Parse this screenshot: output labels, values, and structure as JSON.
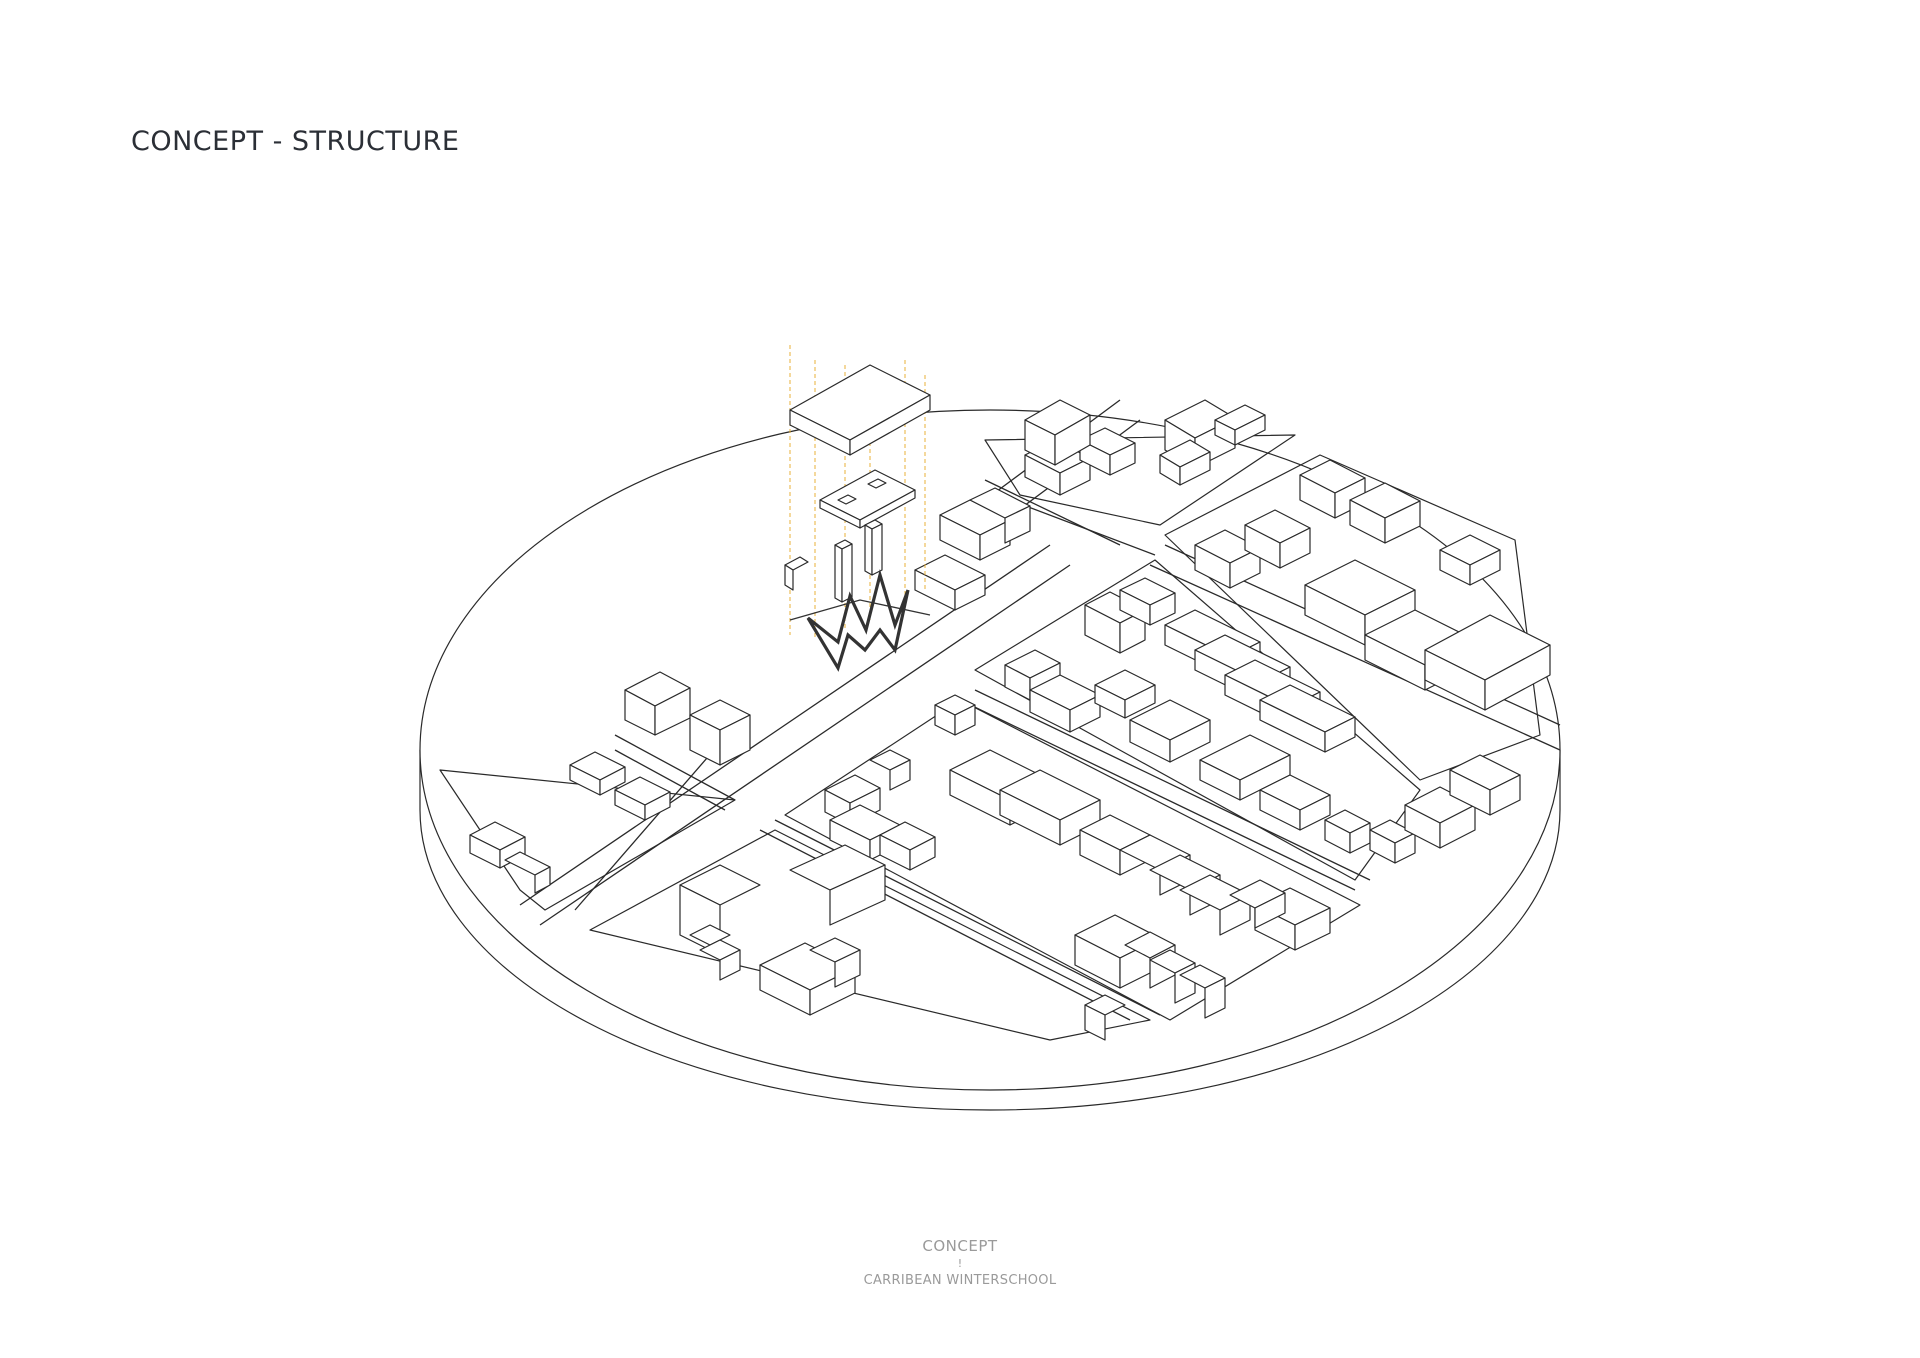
{
  "header": {
    "title": "CONCEPT - STRUCTURE"
  },
  "footer": {
    "line1": "CONCEPT",
    "line2": "!",
    "line3": "CARRIBEAN WINTERSCHOOL"
  },
  "colors": {
    "background": "#ffffff",
    "line": "#2a2a2a",
    "structure_accent": "#e8b23a",
    "title_text": "#2b2f36",
    "footer_text": "#9a9a9a"
  }
}
